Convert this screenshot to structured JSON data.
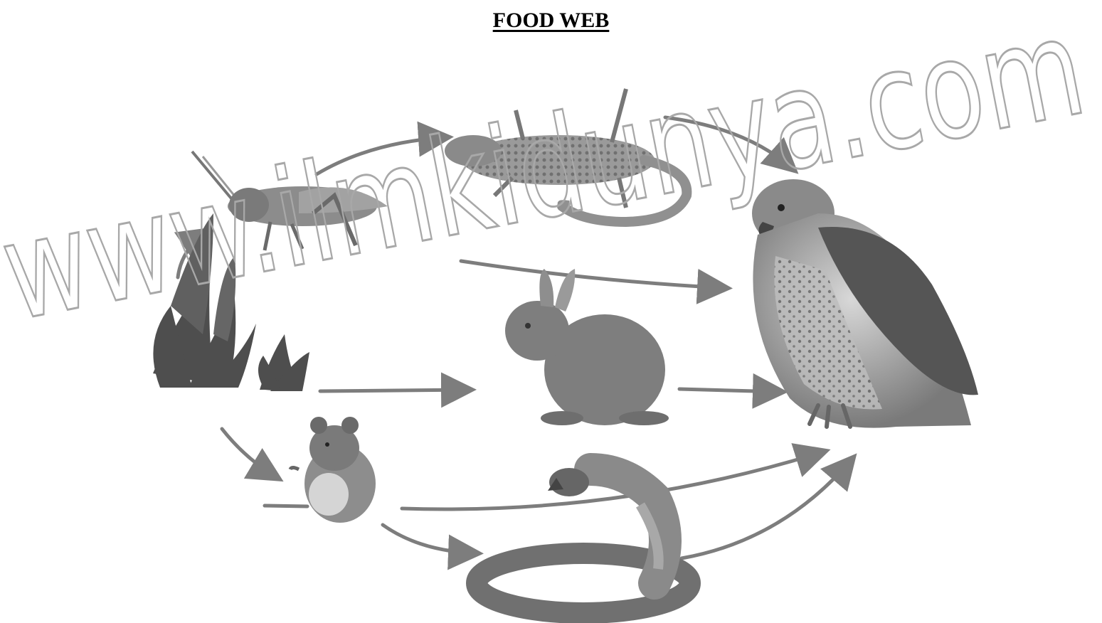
{
  "title": "FOOD WEB",
  "watermark": "www.ilmkidunya.com",
  "organisms": [
    {
      "id": "grasshopper",
      "name": "grasshopper"
    },
    {
      "id": "lizard",
      "name": "lizard"
    },
    {
      "id": "hawk",
      "name": "hawk"
    },
    {
      "id": "plants",
      "name": "plants"
    },
    {
      "id": "rabbit",
      "name": "rabbit"
    },
    {
      "id": "mouse",
      "name": "mouse"
    },
    {
      "id": "snake",
      "name": "snake"
    }
  ],
  "links": [
    {
      "from": "plants",
      "to": "grasshopper"
    },
    {
      "from": "grasshopper",
      "to": "lizard"
    },
    {
      "from": "lizard",
      "to": "hawk"
    },
    {
      "from": "grasshopper",
      "to": "hawk"
    },
    {
      "from": "plants",
      "to": "rabbit"
    },
    {
      "from": "rabbit",
      "to": "hawk"
    },
    {
      "from": "plants",
      "to": "mouse"
    },
    {
      "from": "mouse",
      "to": "hawk"
    },
    {
      "from": "mouse",
      "to": "snake"
    },
    {
      "from": "snake",
      "to": "hawk"
    }
  ],
  "colors": {
    "arrow": "#7d7d7d",
    "organism_dark": "#5a5a5a",
    "organism_mid": "#888888",
    "watermark_stroke": "#a8a8a8"
  }
}
